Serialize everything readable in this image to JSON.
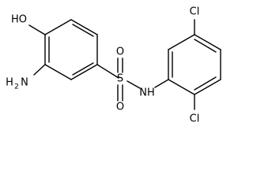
{
  "atoms": {
    "hydroxyl": "HO",
    "amine_main": "H",
    "amine_sub": "2",
    "amine_n": "N",
    "sulfur": "S",
    "oxygen_top": "O",
    "oxygen_bottom": "O",
    "nh": "NH",
    "cl_top": "Cl",
    "cl_bottom": "Cl"
  },
  "colors": {
    "bond": "#000000",
    "text": "#000000",
    "background": "#ffffff"
  }
}
